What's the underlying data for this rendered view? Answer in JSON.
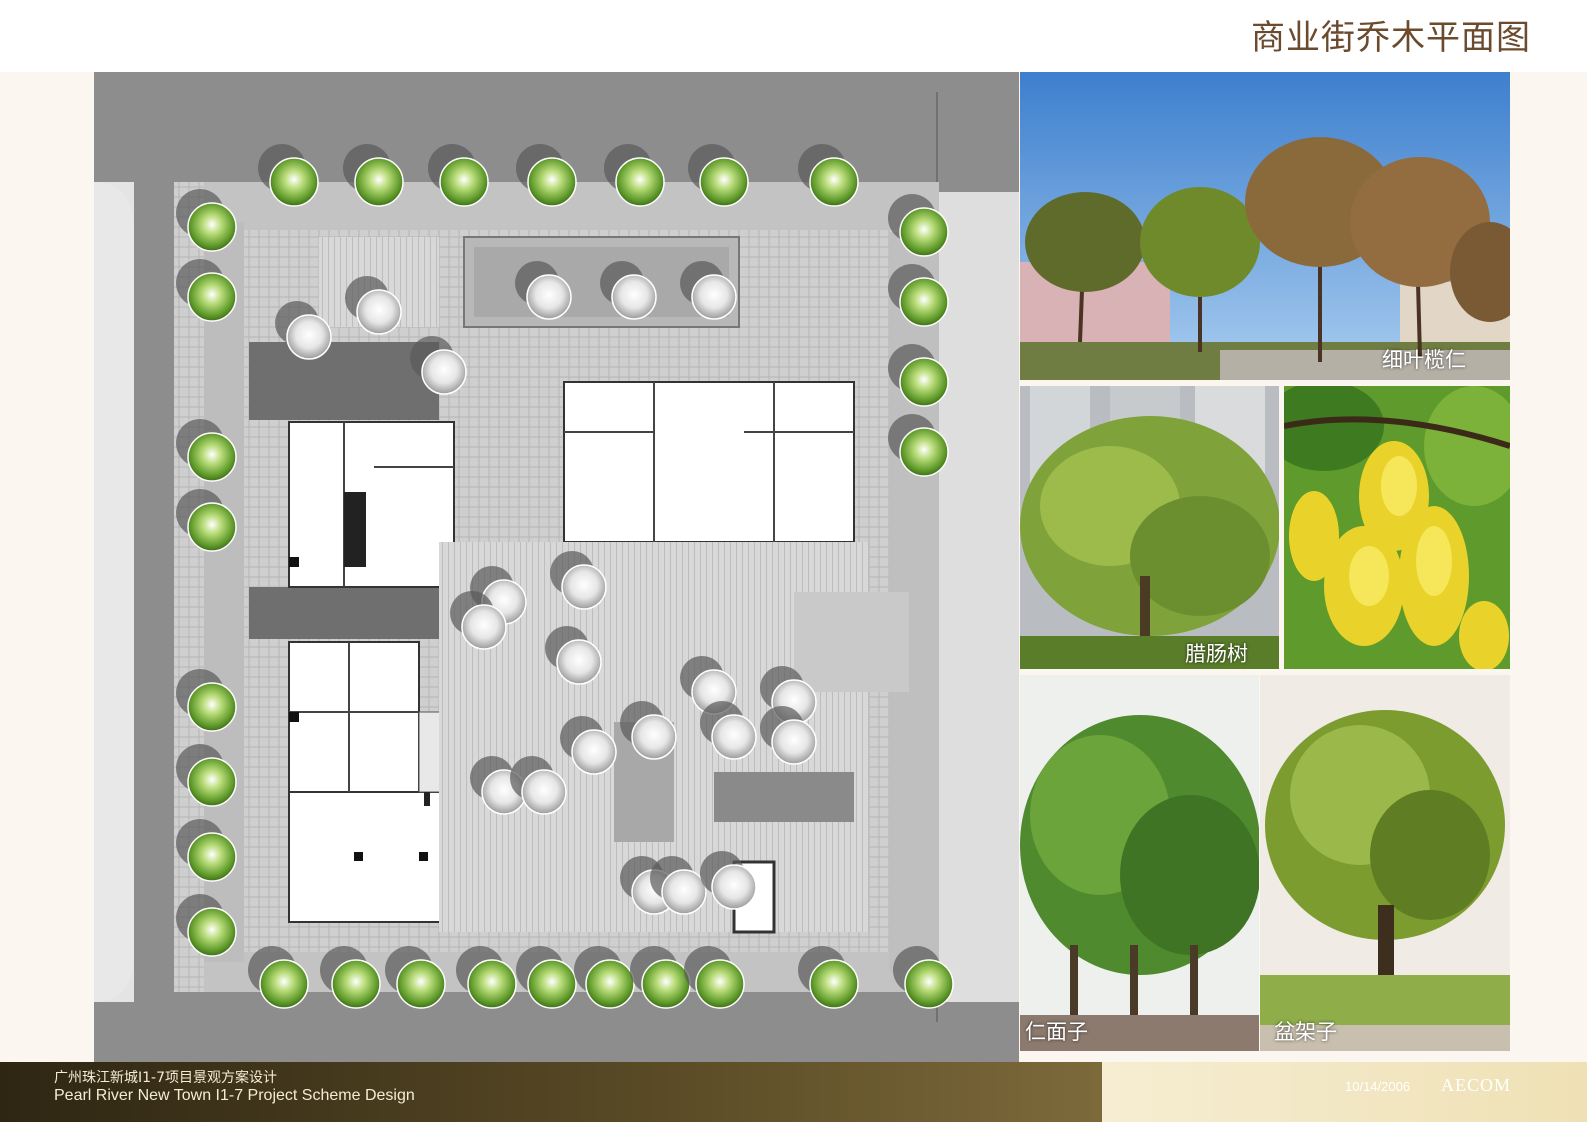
{
  "title": "商业街乔木平面图",
  "photos": {
    "p1": {
      "caption": "细叶榄仁"
    },
    "p2": {
      "caption": "腊肠树"
    },
    "p4": {
      "caption": "仁面子"
    },
    "p5": {
      "caption": "盆架子"
    }
  },
  "footer": {
    "project_cn": "广州珠江新城I1-7项目景观方案设计",
    "project_en": "Pearl River New Town I1-7 Project  Scheme Design",
    "date": "10/14/2006",
    "logo": "AECOM"
  },
  "colors": {
    "title": "#6b4a2e",
    "footer_dark": "#2e2613",
    "footer_light": "#efe1b5",
    "tree_green": "#7fb23c"
  }
}
